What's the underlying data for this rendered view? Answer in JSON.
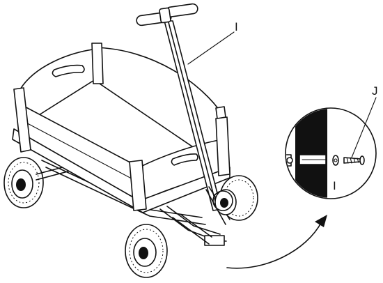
{
  "labels": {
    "handle_callout": "I",
    "detail_part_callout": "I",
    "screw_callout": "J"
  }
}
